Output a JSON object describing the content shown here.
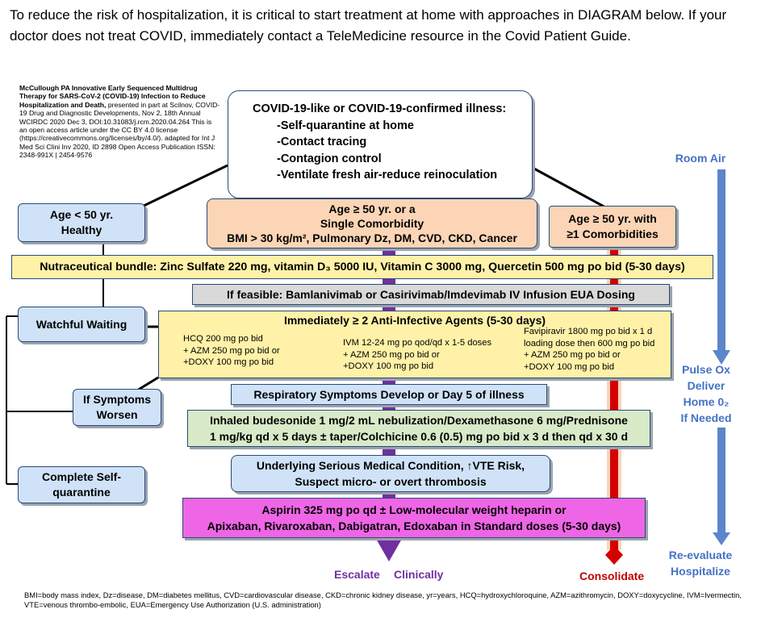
{
  "intro": {
    "text": "To reduce the risk of hospitalization, it is critical to start treatment at home with approaches in DIAGRAM below.  If your doctor does not treat COVID, immediately contact a TeleMedicine resource in the Covid Patient Guide."
  },
  "citation": {
    "title": "McCullough PA Innovative Early Sequenced Multidrug Therapy for SARS-CoV-2 (COVID-19) Infection to Reduce Hospitalization and Death,",
    "body": "presented in part at Scilnov, COVID-19 Drug and Diagnostic Developments, Nov 2, 18th Annual WCIRDC  2020 Dec 3, DOI:10.31083/j.rcm.2020.04.264  This is an open access article under the CC BY 4.0 license (https://creativecommons.org/licenses/by/4.0/). adapted for Int J Med Sci Clini Inv 2020, ID 2898 Open Access Publication ISSN:  2348-991X | 2454-9576"
  },
  "illness_box": {
    "heading": "COVID-19-like or COVID-19-confirmed illness:",
    "lines": [
      "-Self-quarantine at home",
      "-Contact tracing",
      "-Contagion control",
      "-Ventilate fresh air-reduce reinoculation"
    ]
  },
  "left_boxes": {
    "age_under_50": "Age < 50 yr. Healthy",
    "watchful_waiting": "Watchful Waiting",
    "if_symptoms_worsen": "If Symptoms Worsen",
    "complete_quarantine": "Complete Self-quarantine"
  },
  "risk": {
    "single_line1": "Age ≥ 50 yr. or a",
    "single_line2": "Single Comorbidity",
    "single_line3": "BMI > 30 kg/m², Pulmonary Dz, DM, CVD, CKD, Cancer",
    "multi_line1": "Age ≥ 50 yr. with",
    "multi_line2": "≥1 Comorbidities"
  },
  "steps": {
    "nutraceutical": "Nutraceutical bundle: Zinc Sulfate 220 mg, vitamin D₃ 5000 IU, Vitamin C 3000 mg, Quercetin 500 mg po bid (5-30 days)",
    "monoclonal": "If feasible: Bamlanivimab or Casirivimab/Imdevimab IV Infusion EUA Dosing",
    "agents_title": "Immediately ≥ 2 Anti-Infective Agents (5-30 days)",
    "agents_col1": [
      "HCQ 200 mg po bid",
      "+ AZM 250 mg po bid or",
      "+DOXY 100 mg po bid"
    ],
    "agents_col2": [
      "IVM 12-24 mg po qod/qd x 1-5 doses",
      "+ AZM 250 mg po bid or",
      "+DOXY 100 mg po bid"
    ],
    "agents_col3": [
      "Favipiravir 1800 mg po bid  x 1 d",
      "loading dose then 600 mg po bid",
      "+ AZM 250 mg po bid or",
      "+DOXY 100 mg po bid"
    ],
    "respiratory": "Respiratory Symptoms Develop or Day 5 of illness",
    "steroids_line1": "Inhaled budesonide 1 mg/2 mL nebulization/Dexamethasone 6 mg/Prednisone",
    "steroids_line2": "1 mg/kg qd x 5 days ± taper/Colchicine 0.6 (0.5) mg po bid x 3 d then qd x 30 d",
    "underlying_line1": "Underlying Serious Medical Condition, ↑VTE Risk,",
    "underlying_line2": "Suspect micro- or overt thrombosis",
    "anticoag_line1": "Aspirin 325 mg po qd ± Low-molecular weight heparin or",
    "anticoag_line2": "Apixaban, Rivaroxaban, Dabigatran, Edoxaban in Standard doses (5-30 days)"
  },
  "right_side": {
    "room_air": "Room Air",
    "pulse_ox": [
      "Pulse Ox",
      "Deliver",
      "Home 0₂",
      "If Needed"
    ],
    "reevaluate": [
      "Re-evaluate",
      "Hospitalize"
    ]
  },
  "bottom_labels": {
    "escalate": "Escalate",
    "clinically": "Clinically",
    "consolidate": "Consolidate"
  },
  "footnote": "BMI=body mass index, Dz=disease, DM=diabetes mellitus, CVD=cardiovascular disease, CKD=chronic kidney disease, yr=years, HCQ=hydroxychloroquine, AZM=azithromycin, DOXY=doxycycline, IVM=Ivermectin, VTE=venous thrombo-embolic, EUA=Emergency Use Authorization (U.S. administration)",
  "colors": {
    "blue_box": "#cfe2f7",
    "orange_box": "#fbd5b5",
    "yellow_box": "#fff2a8",
    "gray_box": "#d9d9d9",
    "green_box": "#d8eac8",
    "pink_box": "#ee66e6",
    "purple_arrow": "#7030a0",
    "red_arrow": "#d40000",
    "side_text": "#4472c4"
  }
}
